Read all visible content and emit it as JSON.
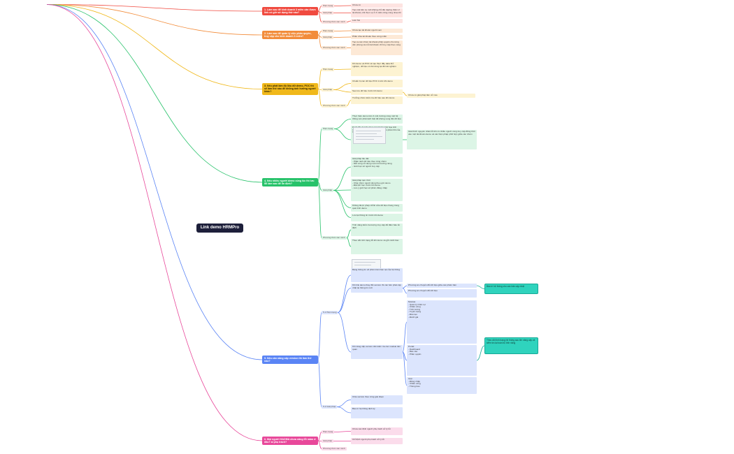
{
  "root": "Link demo HRMPro",
  "sub_labels": {
    "status": "Hiện trạng",
    "solution": "Giải pháp",
    "measure": "Phương thức xác minh"
  },
  "topics": [
    {
      "id": "t1",
      "title": "1. Làm sao để kinh doanh 3 miền cần được link có giờ sử dụng thử nào?",
      "color": "#f04a3f",
      "status": "Chưa có",
      "solution": "Tạo một liên cụ mới không chỉ cần deploy thêm 2 tài khoản, khi thực sự ở 3 miền cũng cùng nhau thì",
      "measure": "Link Tải"
    },
    {
      "id": "t2",
      "title": "2. Làm sao để quản lý việc phân quyền, truy cập cho kinh doanh 3 miền?",
      "color": "#f28c3a",
      "status": "Chưa tạo tài khoản người xem",
      "solution": "Phân chia tài khoản theo vùng miền",
      "measure": "Tạo ra các nhóm tài khoản phân quyền cho từng văn phòng và mỗi tài khoản chỉ truy cập theo vùng"
    },
    {
      "id": "t3",
      "title": "3. Nếu phát làm đủ liệu dữ demo, POC thì sẽ làm thế nào để không ảnh hưởng người khác?",
      "color": "#f0b81a",
      "status": "Khi demo và POC sẽ tạo thực đầy data thử nghiệm, dữ liệu có thể dùng lại để trải nghiệm",
      "solution": "Chuẩn bị các dữ liệu POC trước khi demo",
      "solution2": "Sao lưu dữ liệu trước khi demo",
      "measure": "Trưởng nhóm kiểm tra dữ liệu sau khi demo",
      "measure_note": "Chưa có giải pháp lâm xử nào"
    },
    {
      "id": "t4",
      "title": "4. Nếu nhiều người demo cùng lúc thì lưu lỗi làm sao để ổn định?",
      "color": "#27c26a",
      "status": "Thực hiện demo trên 4 môi trường cùng một hệ thống nên phải tách biệt để không xung đột dữ liệu",
      "status2": "Dưới đây là ảnh chụp màn hình minh họa tình trạng truy cập đồng thời và thời gian phản hồi của hệ thống",
      "status_note": "Giải thích nguyên nhân lỗi khi có nhiều người cùng truy cập đồng thời vào một tài khoản demo và các biện pháp phối hợp giữa các nhóm",
      "sol1": "Giải pháp lâu dài:\n- Phân tách dữ liệu theo từng nhóm\n- Mỗi vùng sử dụng một môi trường riêng\n- Giới hạn số người truy cập",
      "sol2": "Giải pháp tạm thời:\n- Chia nhóm người dùng theo giờ demo\n- Đặt lịch hẹn trước khi demo\n- Lưu ý giới hạn số phiên đăng nhập",
      "sol3": "Không được phép chỉnh sửa dữ liệu chung trong quá trình demo",
      "sol4": "Lưu lại thông tin trước khi demo",
      "meas1": "Tính năng kiểm tra lượng truy cập để đảm bảo ổn định",
      "meas2": "Theo dõi tình trạng lỗi khi demo và gửi cảnh báo"
    },
    {
      "id": "t5",
      "title": "5. Nếu cần nâng cấp version thì làm thế nào?",
      "color": "#5a84f5",
      "s1": "5.1 Hiện trạng",
      "s2": "5.2 Giải pháp",
      "t5_a": "Bảng thông tin về phiên bản hiện tại của hệ thống",
      "t5_b": "Khi link demo thay đổi version thì các bên phải cập nhật lại thông tin mới",
      "t5_c": "Phương án chuyển đổi dữ liệu giữa các phiên bản",
      "t5_cn": "Phương án chuyển đổi dữ liệu",
      "t5_d": "Khi nâng cấp version cần kiểm tra các module liên quan",
      "t5_e": "Module:\n- Quản lý nhân sự\n- Chấm công\n- Tính lương\n- Tuyển dụng\n- Đào tạo\n- Đánh giá",
      "t5_f": "Portal:\n- Dashboard\n- Báo cáo\n- Phân quyền",
      "t5_g": "App:\n- Đăng nhập\n- Chấm công\n- Thông báo",
      "t5_sol1": "Chia version theo từng giai đoạn",
      "t5_sol2": "Bảo trì hệ thống định kỳ",
      "teal1": "Bảo trì hệ thống cho các bản cập nhật",
      "teal2": "Theo dõi tình trạng hệ thống sau khi nâng cấp và kiểm tra lại toàn bộ tính năng"
    },
    {
      "id": "t6",
      "title": "6. Mọi người HAOMA chưa nâng lỗi mâm ở đâu? ai phụ trách?",
      "color": "#e8489a",
      "status": "Chưa xác định người phụ trách xử lý lỗi",
      "solution": "Chỉ định người phụ trách xử lý lỗi",
      "measure": ""
    }
  ]
}
